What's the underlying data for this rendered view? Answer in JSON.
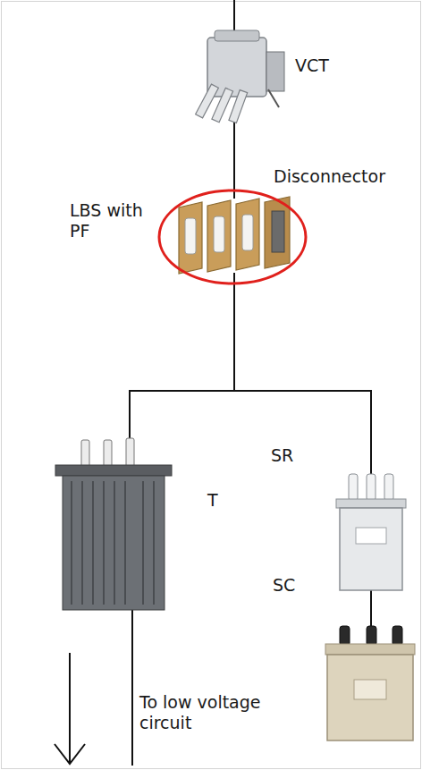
{
  "diagram": {
    "labels": [
      "VCT",
      "Disconnector",
      "LBS with PF",
      "T",
      "SR",
      "SC",
      "To low voltage circuit"
    ]
  }
}
